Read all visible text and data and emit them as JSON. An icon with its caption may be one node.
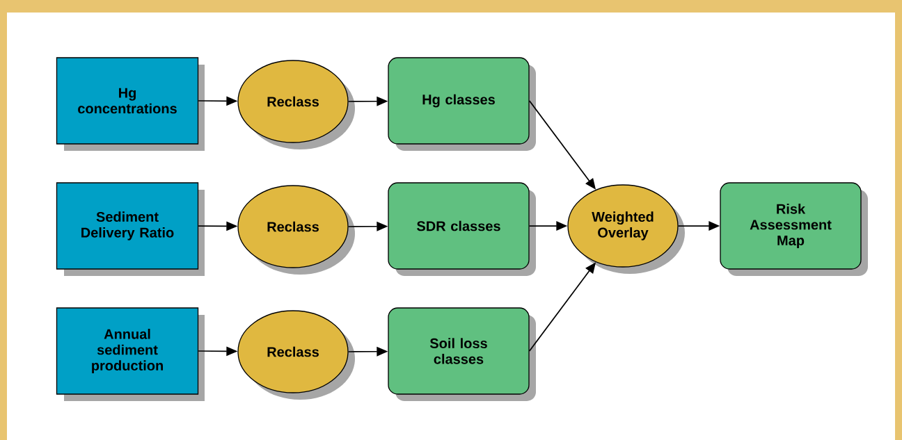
{
  "diagram": {
    "nodes": [
      {
        "text": [
          "Hg concentrations"
        ]
      },
      {
        "text": [
          "Reclass"
        ]
      },
      {
        "text": [
          "Hg classes"
        ]
      },
      {
        "text": [
          "Sediment Delivery Ratio"
        ]
      },
      {
        "text": [
          "Reclass"
        ]
      },
      {
        "text": [
          "SDR classes"
        ]
      },
      {
        "text": [
          "Annual sediment production"
        ]
      },
      {
        "text": [
          "Reclass"
        ]
      },
      {
        "text": [
          "Soil loss classes"
        ]
      },
      {
        "text": [
          "Weighted Overlay"
        ]
      },
      {
        "text": [
          "Risk Assessment Map"
        ]
      }
    ],
    "edges": [
      {
        "from": 0,
        "to": 1,
        "arrow": "to"
      },
      {
        "from": 1,
        "to": 2,
        "arrow": "to"
      },
      {
        "from": 3,
        "to": 4,
        "arrow": "to"
      },
      {
        "from": 4,
        "to": 5,
        "arrow": "to"
      },
      {
        "from": 6,
        "to": 7,
        "arrow": "to"
      },
      {
        "from": 7,
        "to": 8,
        "arrow": "to"
      },
      {
        "from": 2,
        "to": 9,
        "arrow": "to"
      },
      {
        "from": 5,
        "to": 9,
        "arrow": "to"
      },
      {
        "from": 8,
        "to": 9,
        "arrow": "to"
      },
      {
        "from": 9,
        "to": 10,
        "arrow": "to"
      }
    ]
  }
}
